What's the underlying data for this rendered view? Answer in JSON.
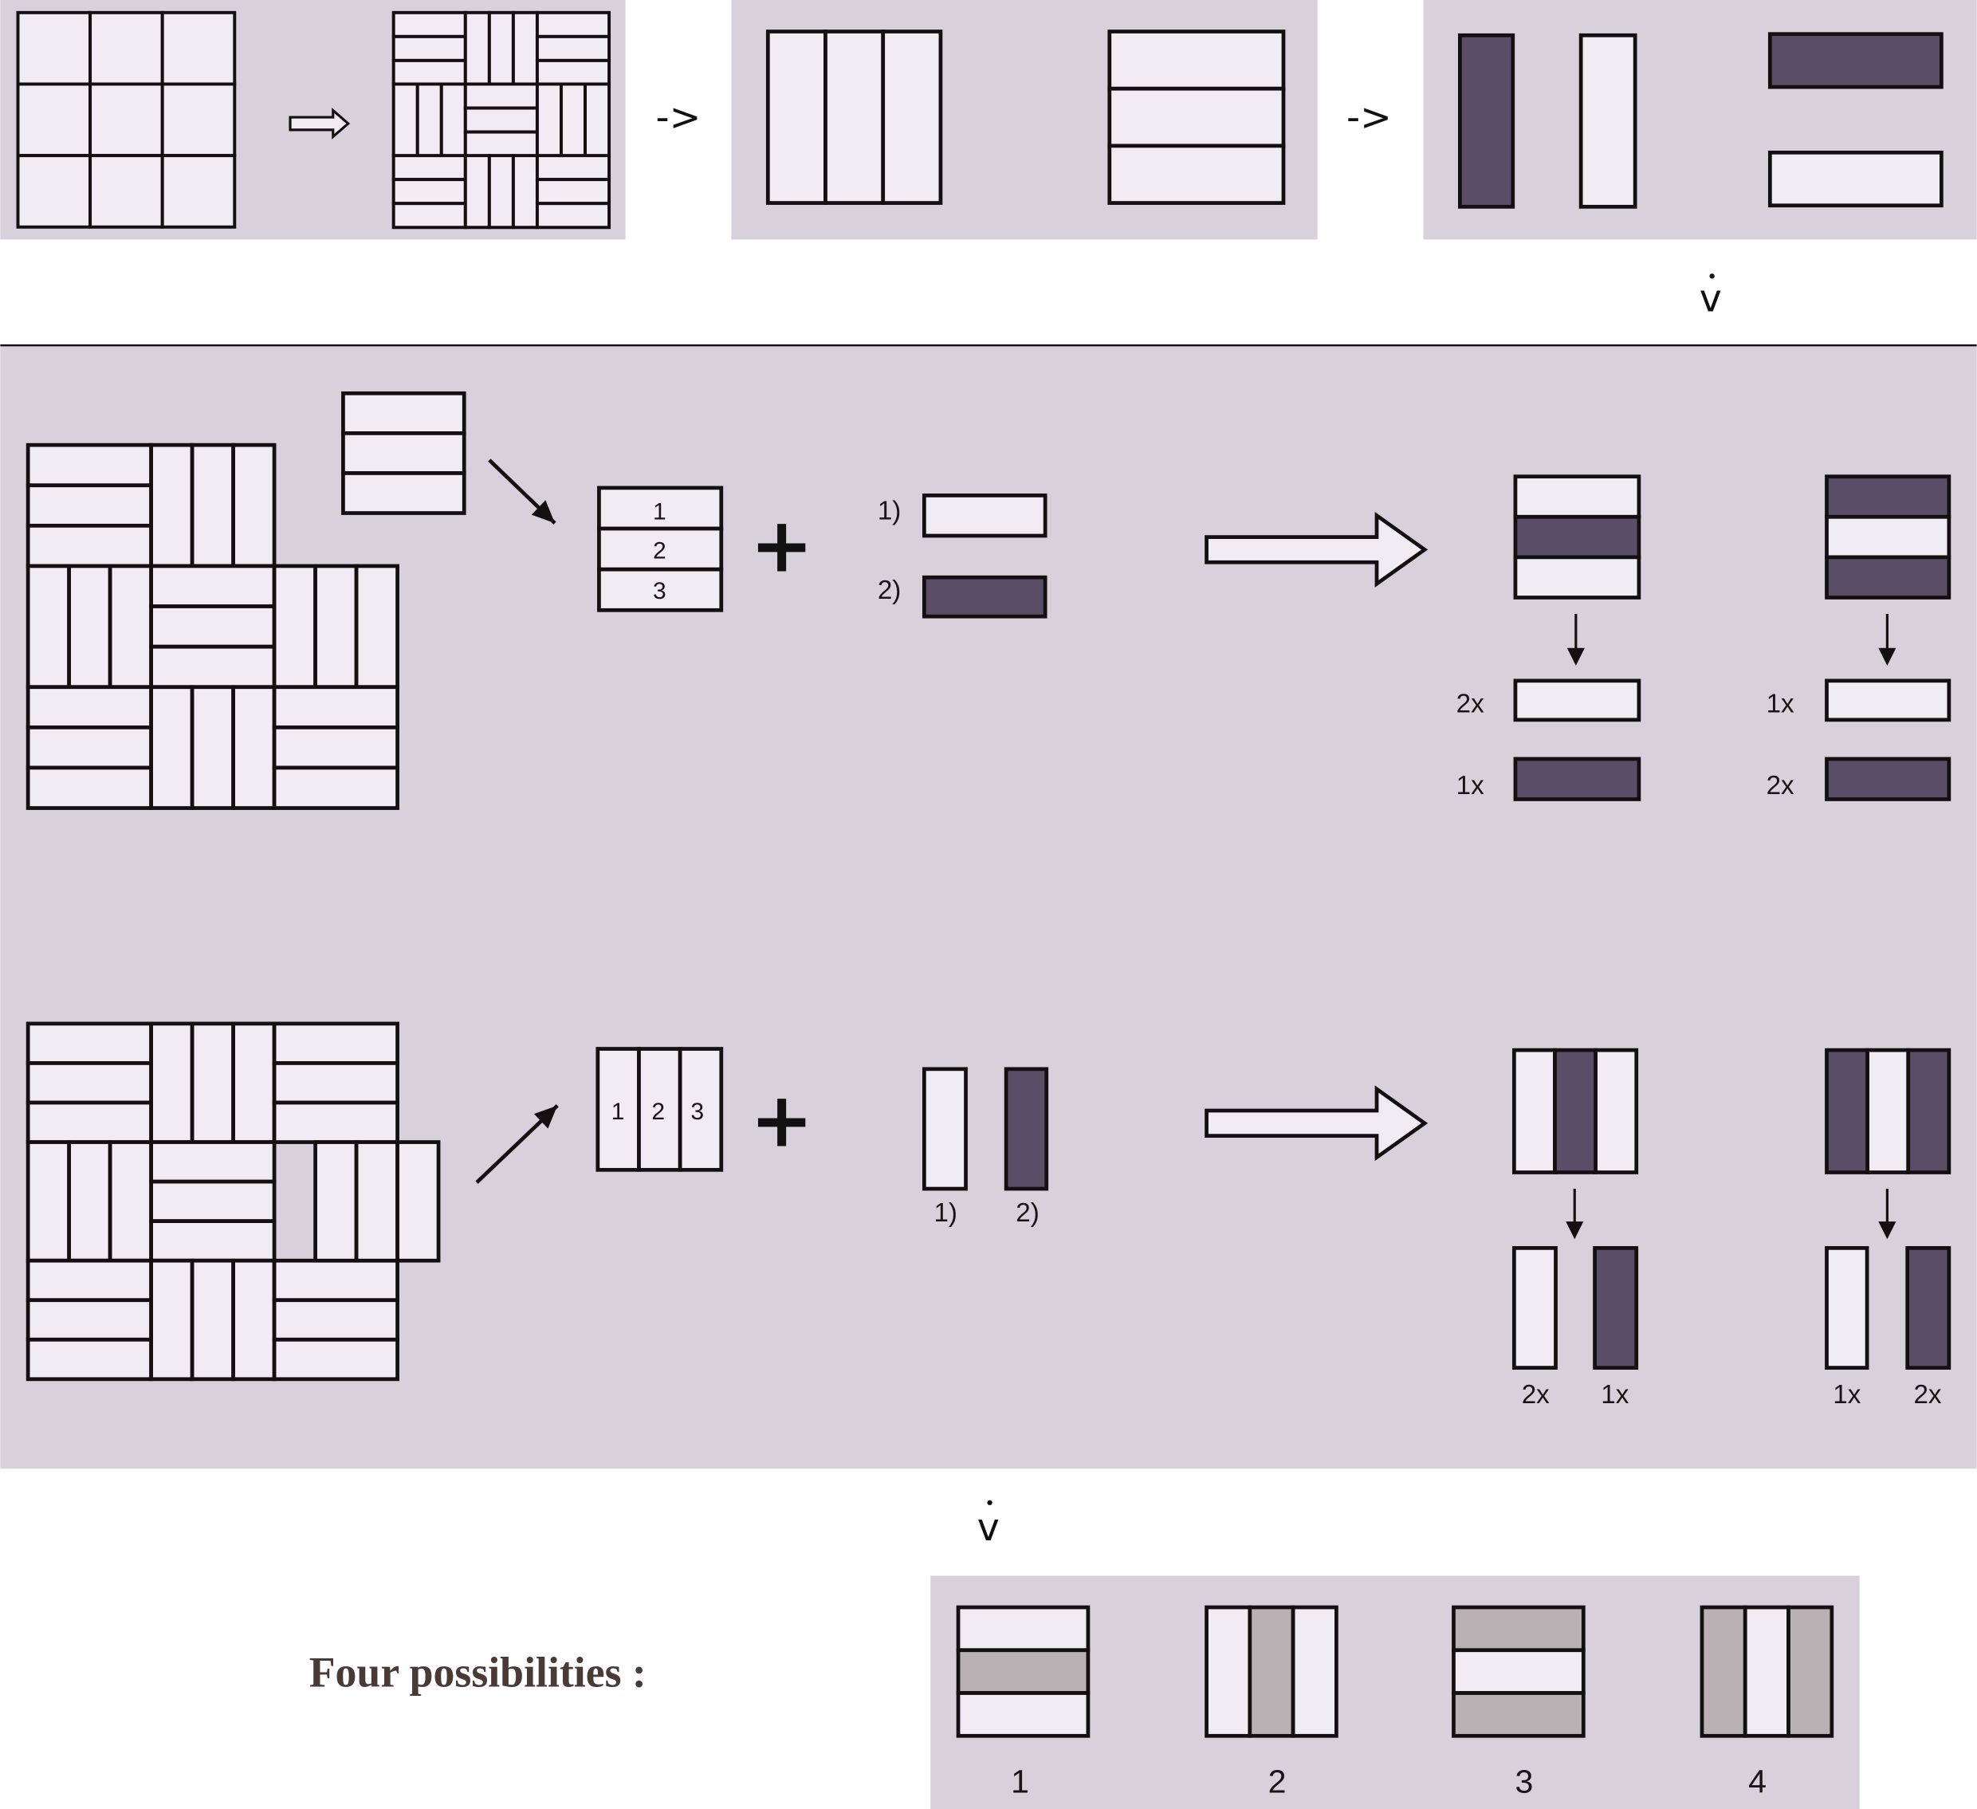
{
  "colors": {
    "panel_bg": "#d8d0db",
    "light_fill": "#efedf3",
    "dark_fill": "#5a4d66",
    "possibility_fill": "#b9b1b3",
    "line": "#141012",
    "title": "#4a3a35"
  },
  "top_row": {
    "step_arrow_1": "->",
    "step_arrow_2": "->",
    "down_marker": "v"
  },
  "horizontal_case": {
    "segment_numbers": [
      "1",
      "2",
      "3"
    ],
    "plus": "+",
    "options": [
      "1)",
      "2)"
    ],
    "result_a_counts": [
      "2x",
      "1x"
    ],
    "result_b_counts": [
      "1x",
      "2x"
    ]
  },
  "vertical_case": {
    "segment_numbers": [
      "1",
      "2",
      "3"
    ],
    "plus": "+",
    "options": [
      "1)",
      "2)"
    ],
    "result_c_counts": [
      "2x",
      "1x"
    ],
    "result_d_counts": [
      "1x",
      "2x"
    ]
  },
  "bottom": {
    "down_marker": "v",
    "title": "Four possibilities :",
    "possibilities": [
      {
        "label": "1",
        "orientation": "horizontal",
        "pattern": [
          "light",
          "gray",
          "light"
        ]
      },
      {
        "label": "2",
        "orientation": "vertical",
        "pattern": [
          "light",
          "gray",
          "light"
        ]
      },
      {
        "label": "3",
        "orientation": "horizontal",
        "pattern": [
          "gray",
          "light",
          "gray"
        ]
      },
      {
        "label": "4",
        "orientation": "vertical",
        "pattern": [
          "gray",
          "light",
          "gray"
        ]
      }
    ]
  }
}
